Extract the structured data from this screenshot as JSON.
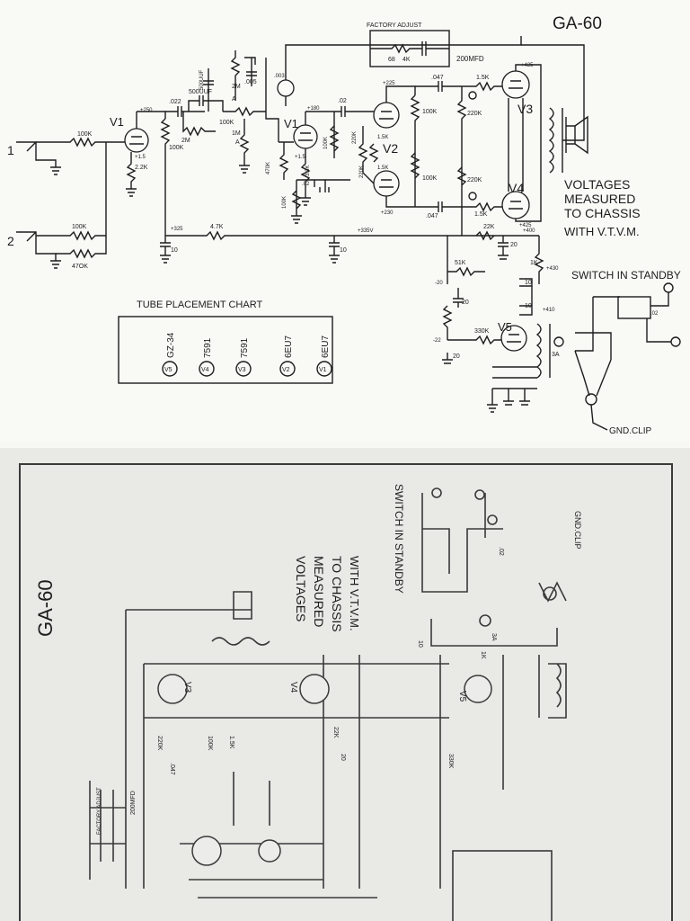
{
  "top_schematic": {
    "model": "GA-60",
    "factory_adjust": "FACTORY ADJUST",
    "inputs": [
      "1",
      "2"
    ],
    "tubes": {
      "v1": "V1",
      "v2": "V2",
      "v3": "V3",
      "v4": "V4",
      "v5": "V5"
    },
    "component_labels": {
      "r_100k_in1": "100K",
      "r_100k_in2": "100K",
      "r_47k_in2": "47OK",
      "r_2_2k": "2.2K",
      "v1_cathode": "+1.5",
      "v1_plate": "+250",
      "c_022": ".022",
      "r_100k_a": "100K",
      "c_500uuf_a": "500UUF",
      "c_500uuf_b": "500UUF",
      "r_2m_a": "2M",
      "r_2m_b": "2M",
      "c_005": ".005",
      "r_100k_b": "100K",
      "r_1m": "1M",
      "pot_a": "A",
      "lbl_a": "A",
      "c_003": ".003",
      "v1b": "V1",
      "c_68": "68",
      "r_4k": "4K",
      "c_200mfd": "200MFD",
      "plus_180": "+180",
      "plus_1_5": "+1.5",
      "r_470k": "470K",
      "r_3_3k": "3.3K",
      "c_02_a": ".02",
      "c_02_b": ".02",
      "r_100k_c": "100K",
      "r_100k_d": "100K",
      "r_220k_a": "220K",
      "r_220k_b": "220K",
      "r_1_5k_a": "1.5K",
      "r_1_5k_b": "1.5K",
      "plus_225": "+225",
      "plus_230": "+230",
      "c_047_a": ".047",
      "c_047_b": ".047",
      "r_100k_e": "100K",
      "r_220k_c": "220K",
      "r_1_5k_c": "1.5K",
      "r_1_5k_d": "1.5K",
      "r_100k_f": "100K",
      "r_220k_d": "220K",
      "plus_425_a": "+425",
      "plus_425_b": "+425",
      "plus_325": "+325",
      "r_4_7k": "4.7K",
      "c_10_a": "10",
      "c_10_b": "10",
      "c_10_c": "10",
      "c_10_d": "10",
      "r_22k": "22K",
      "c_20_a": "20",
      "c_20_b": "20",
      "c_20_c": "20",
      "plus_335": "+335V",
      "plus_400": "+400",
      "plus_430": "+430",
      "plus_410": "+410",
      "r_1k": "1K",
      "r_51k": "51K",
      "r_330k": "330K",
      "minus_20": "-20",
      "minus_22": "-22",
      "fuse_3a": "3A",
      "c_02_sw": ".02"
    },
    "voltage_note": [
      "VOLTAGES",
      "MEASURED",
      "TO CHASSIS",
      "WITH   V.T.V.M."
    ],
    "switch_note": "SWITCH IN STANDBY",
    "gnd_clip": "GND.CLIP",
    "tube_chart": {
      "title": "TUBE   PLACEMENT   CHART",
      "tubes": [
        {
          "type": "GZ-34",
          "pos": "V5"
        },
        {
          "type": "7591",
          "pos": "V4"
        },
        {
          "type": "7591",
          "pos": "V3"
        },
        {
          "type": "6EU7",
          "pos": "V2"
        },
        {
          "type": "6EU7",
          "pos": "V1"
        }
      ]
    }
  },
  "bottom_schematic": {
    "model": "GA-60",
    "voltage_note": [
      "VOLTAGES",
      "MEASURED",
      "TO CHASSIS",
      "WITH  V.T.V.M."
    ],
    "switch_note": "SWITCH IN STANDBY",
    "gnd_clip": "GND.CLIP",
    "tubes": {
      "v3": "V3",
      "v4": "V4",
      "v5": "V5"
    },
    "labels": {
      "l_220k": "220K",
      "l_100k": "100K",
      "l_047": ".047",
      "l_1_5k": "1.5K",
      "l_22k": "22K",
      "l_330k": "330K",
      "l_20": "20",
      "l_10": "10",
      "l_3a": "3A",
      "l_02": ".02",
      "l_1k": "1K",
      "l_200mfd": "200MFD",
      "l_factory": "FACTORY ADJUST"
    }
  }
}
